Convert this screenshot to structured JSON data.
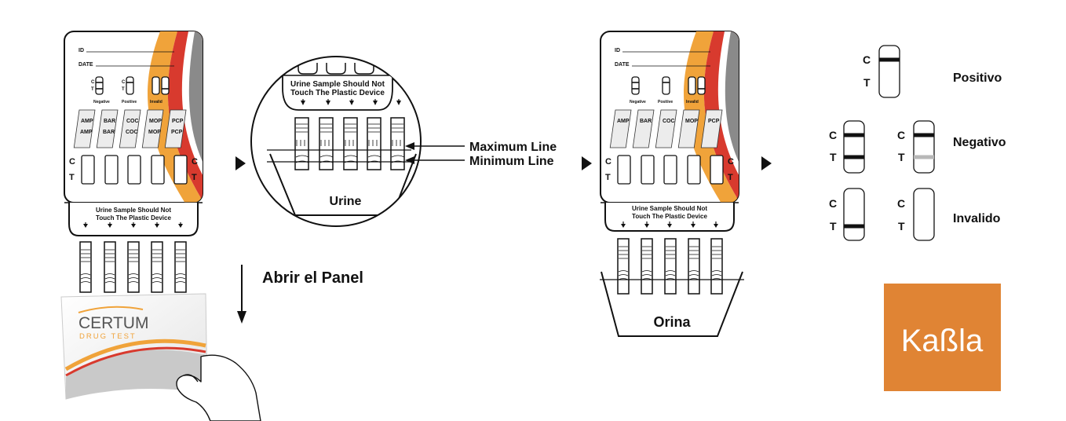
{
  "panel_labels": {
    "id": "ID",
    "date": "DATE",
    "c": "C",
    "t": "T",
    "negative": "Negative",
    "positive": "Positive",
    "invalid": "Invalid",
    "warning_line1": "Urine Sample Should Not",
    "warning_line2": "Touch The Plastic Device"
  },
  "drug_labels": [
    "AMP",
    "BAR",
    "COC",
    "MOP",
    "PCP"
  ],
  "steps": {
    "open_panel": "Abrir el Panel",
    "maximum_line": "Maximum Line",
    "minimum_line": "Minimum Line",
    "urine": "Urine",
    "orina": "Orina"
  },
  "package": {
    "brand": "CERTUM",
    "sub": "DRUG TEST"
  },
  "results": {
    "c": "C",
    "t": "T",
    "positivo": "Positivo",
    "negativo": "Negativo",
    "invalido": "Invalido"
  },
  "logo": {
    "text": "Kaßla",
    "color": "#e08434"
  },
  "colors": {
    "orange": "#f0a33a",
    "red": "#d83a2e",
    "grey": "#8a8a8a",
    "faint_line": "#b8b8b8"
  }
}
